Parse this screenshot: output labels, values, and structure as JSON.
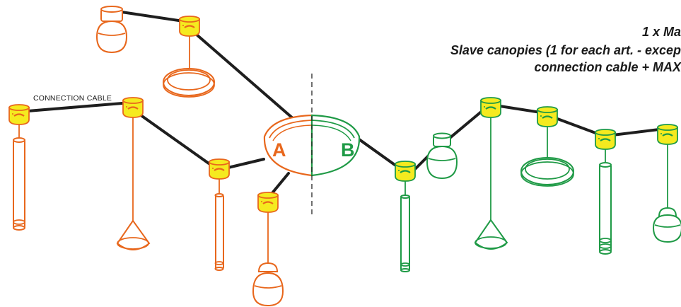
{
  "note": {
    "line1": "1 x Ma",
    "line2": "Slave canopies (1 for each art. - excep",
    "line3": "connection cable + MAX"
  },
  "cable_label": "CONNECTION CABLE",
  "master": {
    "label_a": "A",
    "label_b": "B"
  },
  "colors": {
    "group_a": "#e8671c",
    "group_b": "#1f9a46",
    "canopy_fill": "#f5ea1f",
    "cable": "#1e1e1e"
  }
}
